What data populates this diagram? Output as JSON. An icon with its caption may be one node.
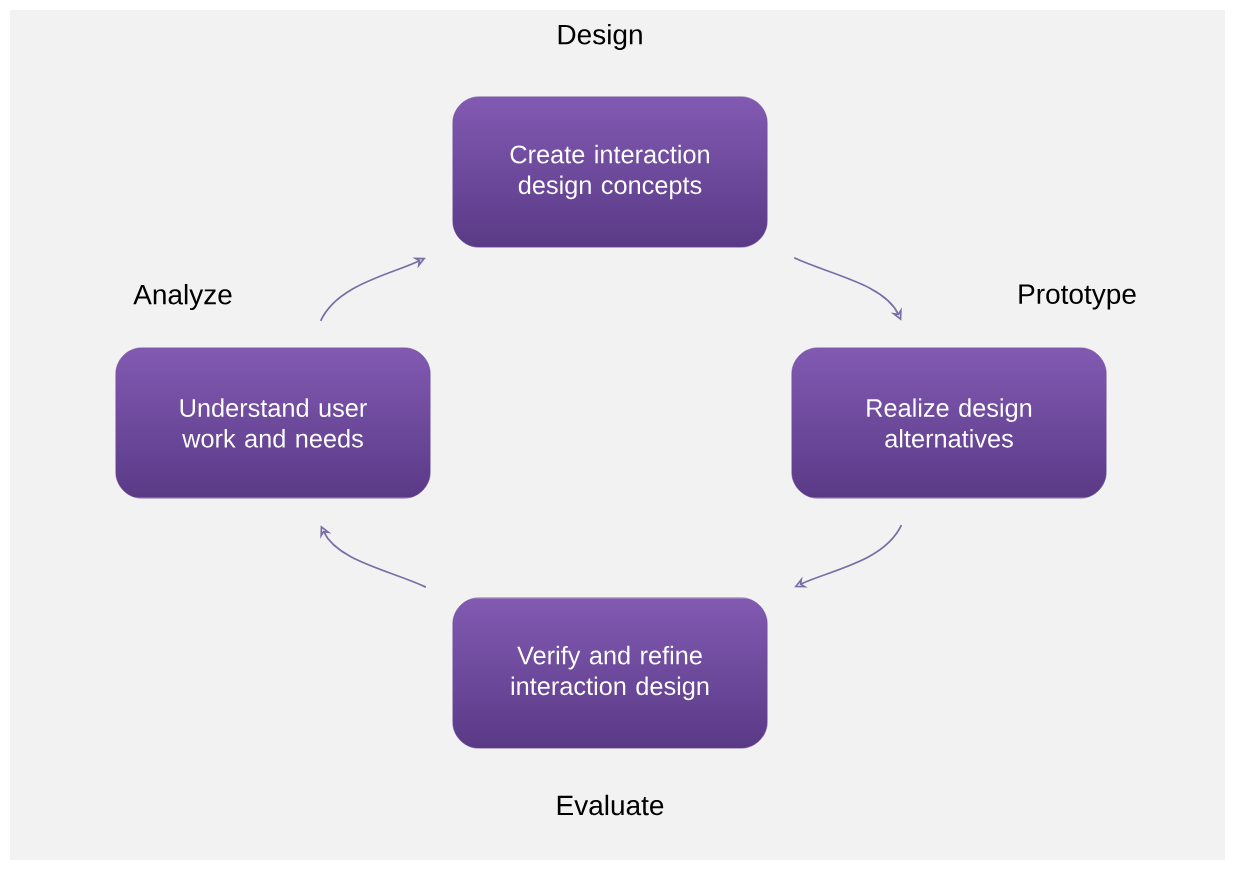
{
  "diagram": {
    "nodes": [
      {
        "text": [
          "Create interaction design concepts"
        ],
        "beside": [
          "Design"
        ]
      },
      {
        "text": [
          "Understand user work and needs"
        ],
        "beside": [
          "Analyze"
        ]
      },
      {
        "text": [
          "Realize design alternatives"
        ],
        "beside": [
          "Prototype"
        ]
      },
      {
        "text": [
          "Verify and refine interaction design"
        ],
        "beside": [
          "Evaluate"
        ]
      }
    ],
    "edges": [
      {
        "from": 0,
        "to": 2,
        "arrow": "to"
      },
      {
        "from": 2,
        "to": 3,
        "arrow": "to"
      },
      {
        "from": 3,
        "to": 1,
        "arrow": "to"
      },
      {
        "from": 1,
        "to": 0,
        "arrow": "to"
      }
    ]
  }
}
